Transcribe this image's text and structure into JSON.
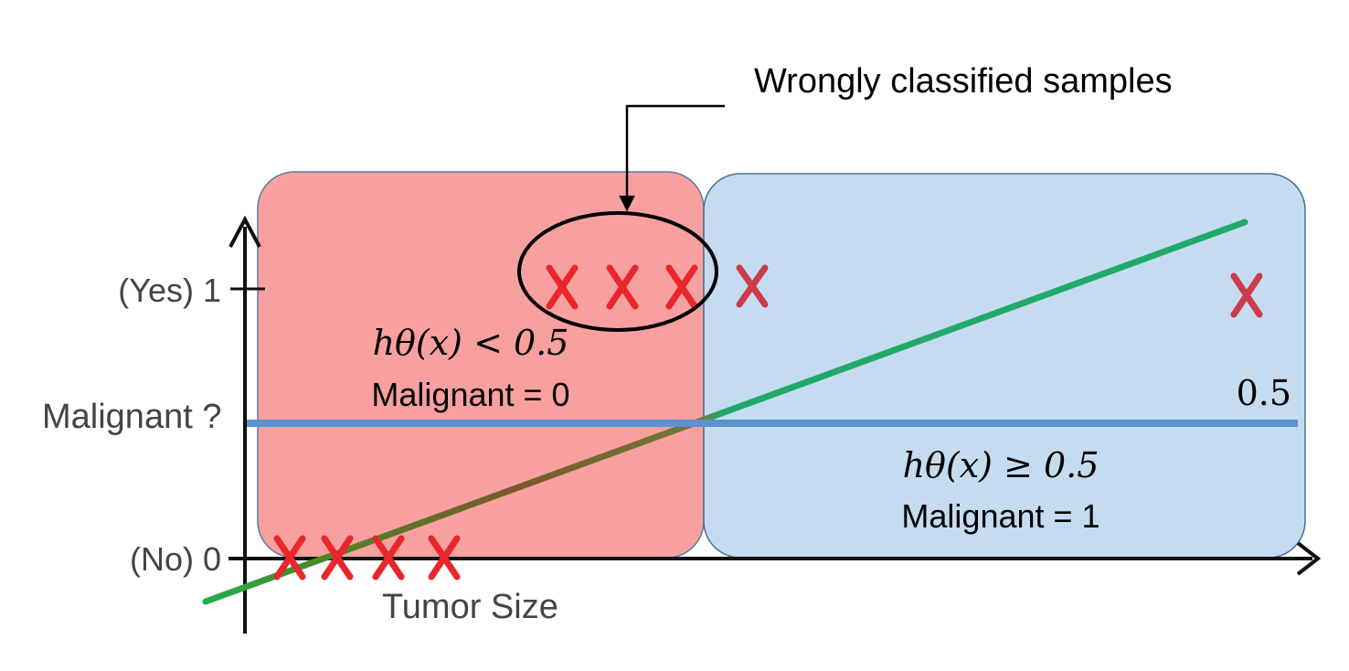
{
  "annotation": {
    "callout_text": "Wrongly classified samples"
  },
  "axes": {
    "y_label": "Malignant ?",
    "x_label": "Tumor Size",
    "y_tick_top": "(Yes) 1",
    "y_tick_bottom": "(No) 0"
  },
  "threshold": {
    "label": "0.5",
    "value": 0.5
  },
  "regions": {
    "left": {
      "formula": "hθ(x) < 0.5",
      "label": "Malignant = 0",
      "color": "#f8a0a0"
    },
    "right": {
      "formula": "hθ(x) ≥ 0.5",
      "label": "Malignant = 1",
      "color": "#c5dcf0"
    }
  },
  "colors": {
    "regression_line": "#1fae6a",
    "threshold_line": "#5b92d0",
    "marker": "#e8262c",
    "axis": "#111111",
    "callout": "#000000"
  }
}
